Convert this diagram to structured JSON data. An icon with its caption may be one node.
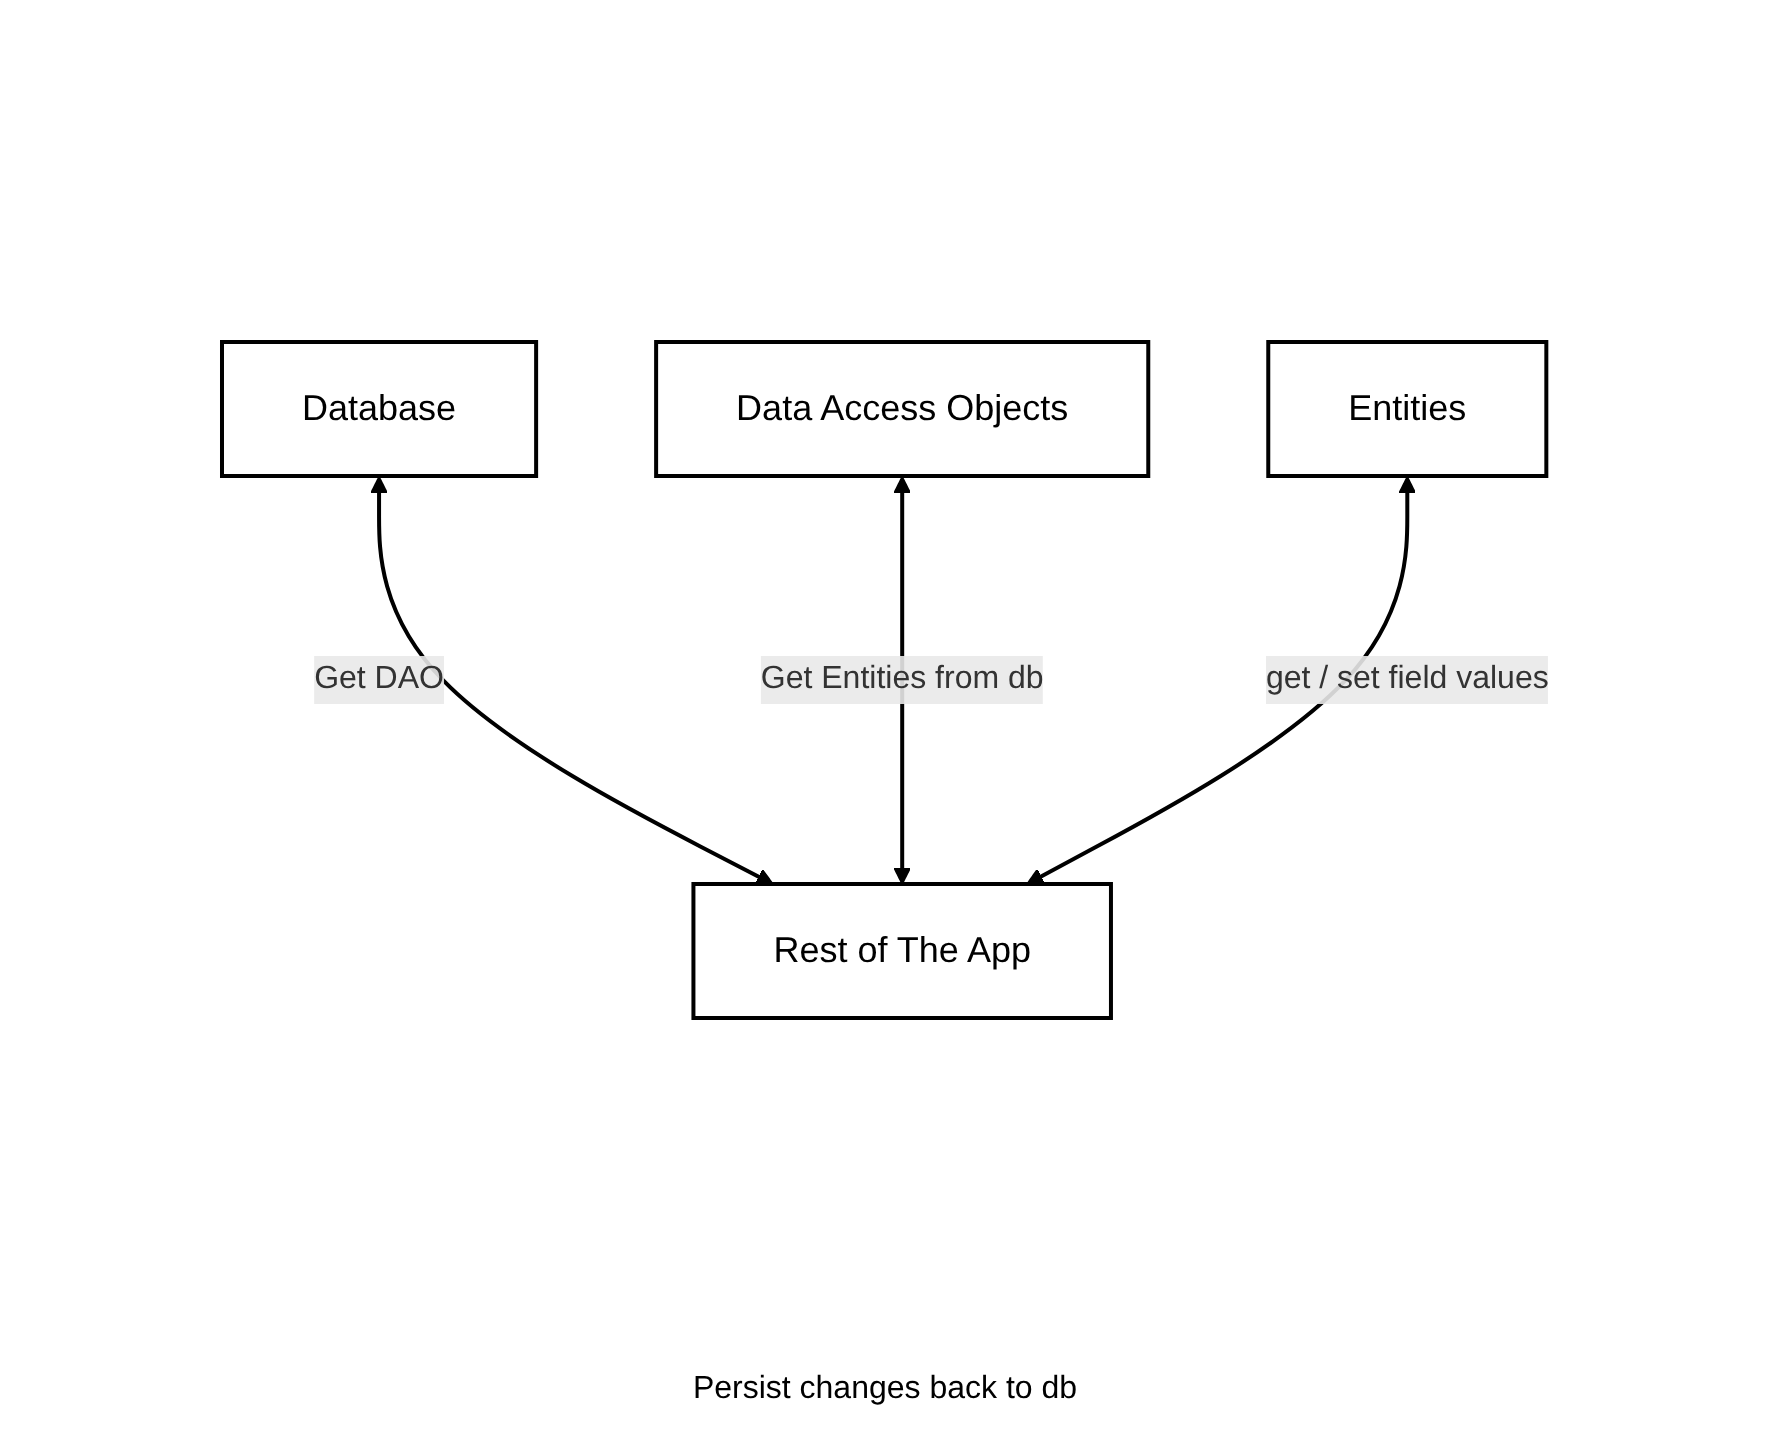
{
  "diagram": {
    "nodes": [
      {
        "text": [
          "Database"
        ]
      },
      {
        "text": [
          "Data Access Objects"
        ]
      },
      {
        "text": [
          "Entities"
        ]
      },
      {
        "text": [
          "Rest of The App"
        ]
      }
    ],
    "edges": [
      {
        "from": 0,
        "to": 3,
        "arrow": "both",
        "label": "Get DAO"
      },
      {
        "from": 1,
        "to": 3,
        "arrow": "both",
        "label": "Get Entities from db"
      },
      {
        "from": 2,
        "to": 3,
        "arrow": "both",
        "label": "get / set field values"
      }
    ],
    "labels": [
      "Persist changes back to db"
    ]
  }
}
